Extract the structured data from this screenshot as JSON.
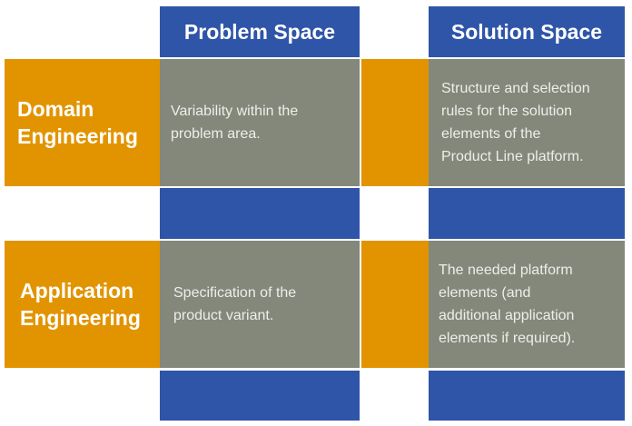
{
  "colors": {
    "background": "#FFFFFF",
    "header_blue": "#2F55A8",
    "row_orange": "#E29400",
    "cell_gray": "#83887B",
    "header_text": "#FFFFFF",
    "cell_text": "#EFEEE9"
  },
  "matrix": {
    "column_headers": [
      {
        "label": "Problem Space"
      },
      {
        "label": "Solution Space"
      }
    ],
    "row_headers": [
      {
        "label": "Domain\nEngineering"
      },
      {
        "label": "Application\nEngineering"
      }
    ],
    "cells": [
      {
        "row": "Domain Engineering",
        "column": "Problem Space",
        "text": "Variability within the\nproblem area."
      },
      {
        "row": "Domain Engineering",
        "column": "Solution Space",
        "text": "Structure and selection\nrules for the solution\nelements of the\nProduct Line platform."
      },
      {
        "row": "Application Engineering",
        "column": "Problem Space",
        "text": "Specification of the\nproduct variant."
      },
      {
        "row": "Application Engineering",
        "column": "Solution Space",
        "text": "The needed platform\nelements (and\nadditional application\nelements if required)."
      }
    ]
  }
}
